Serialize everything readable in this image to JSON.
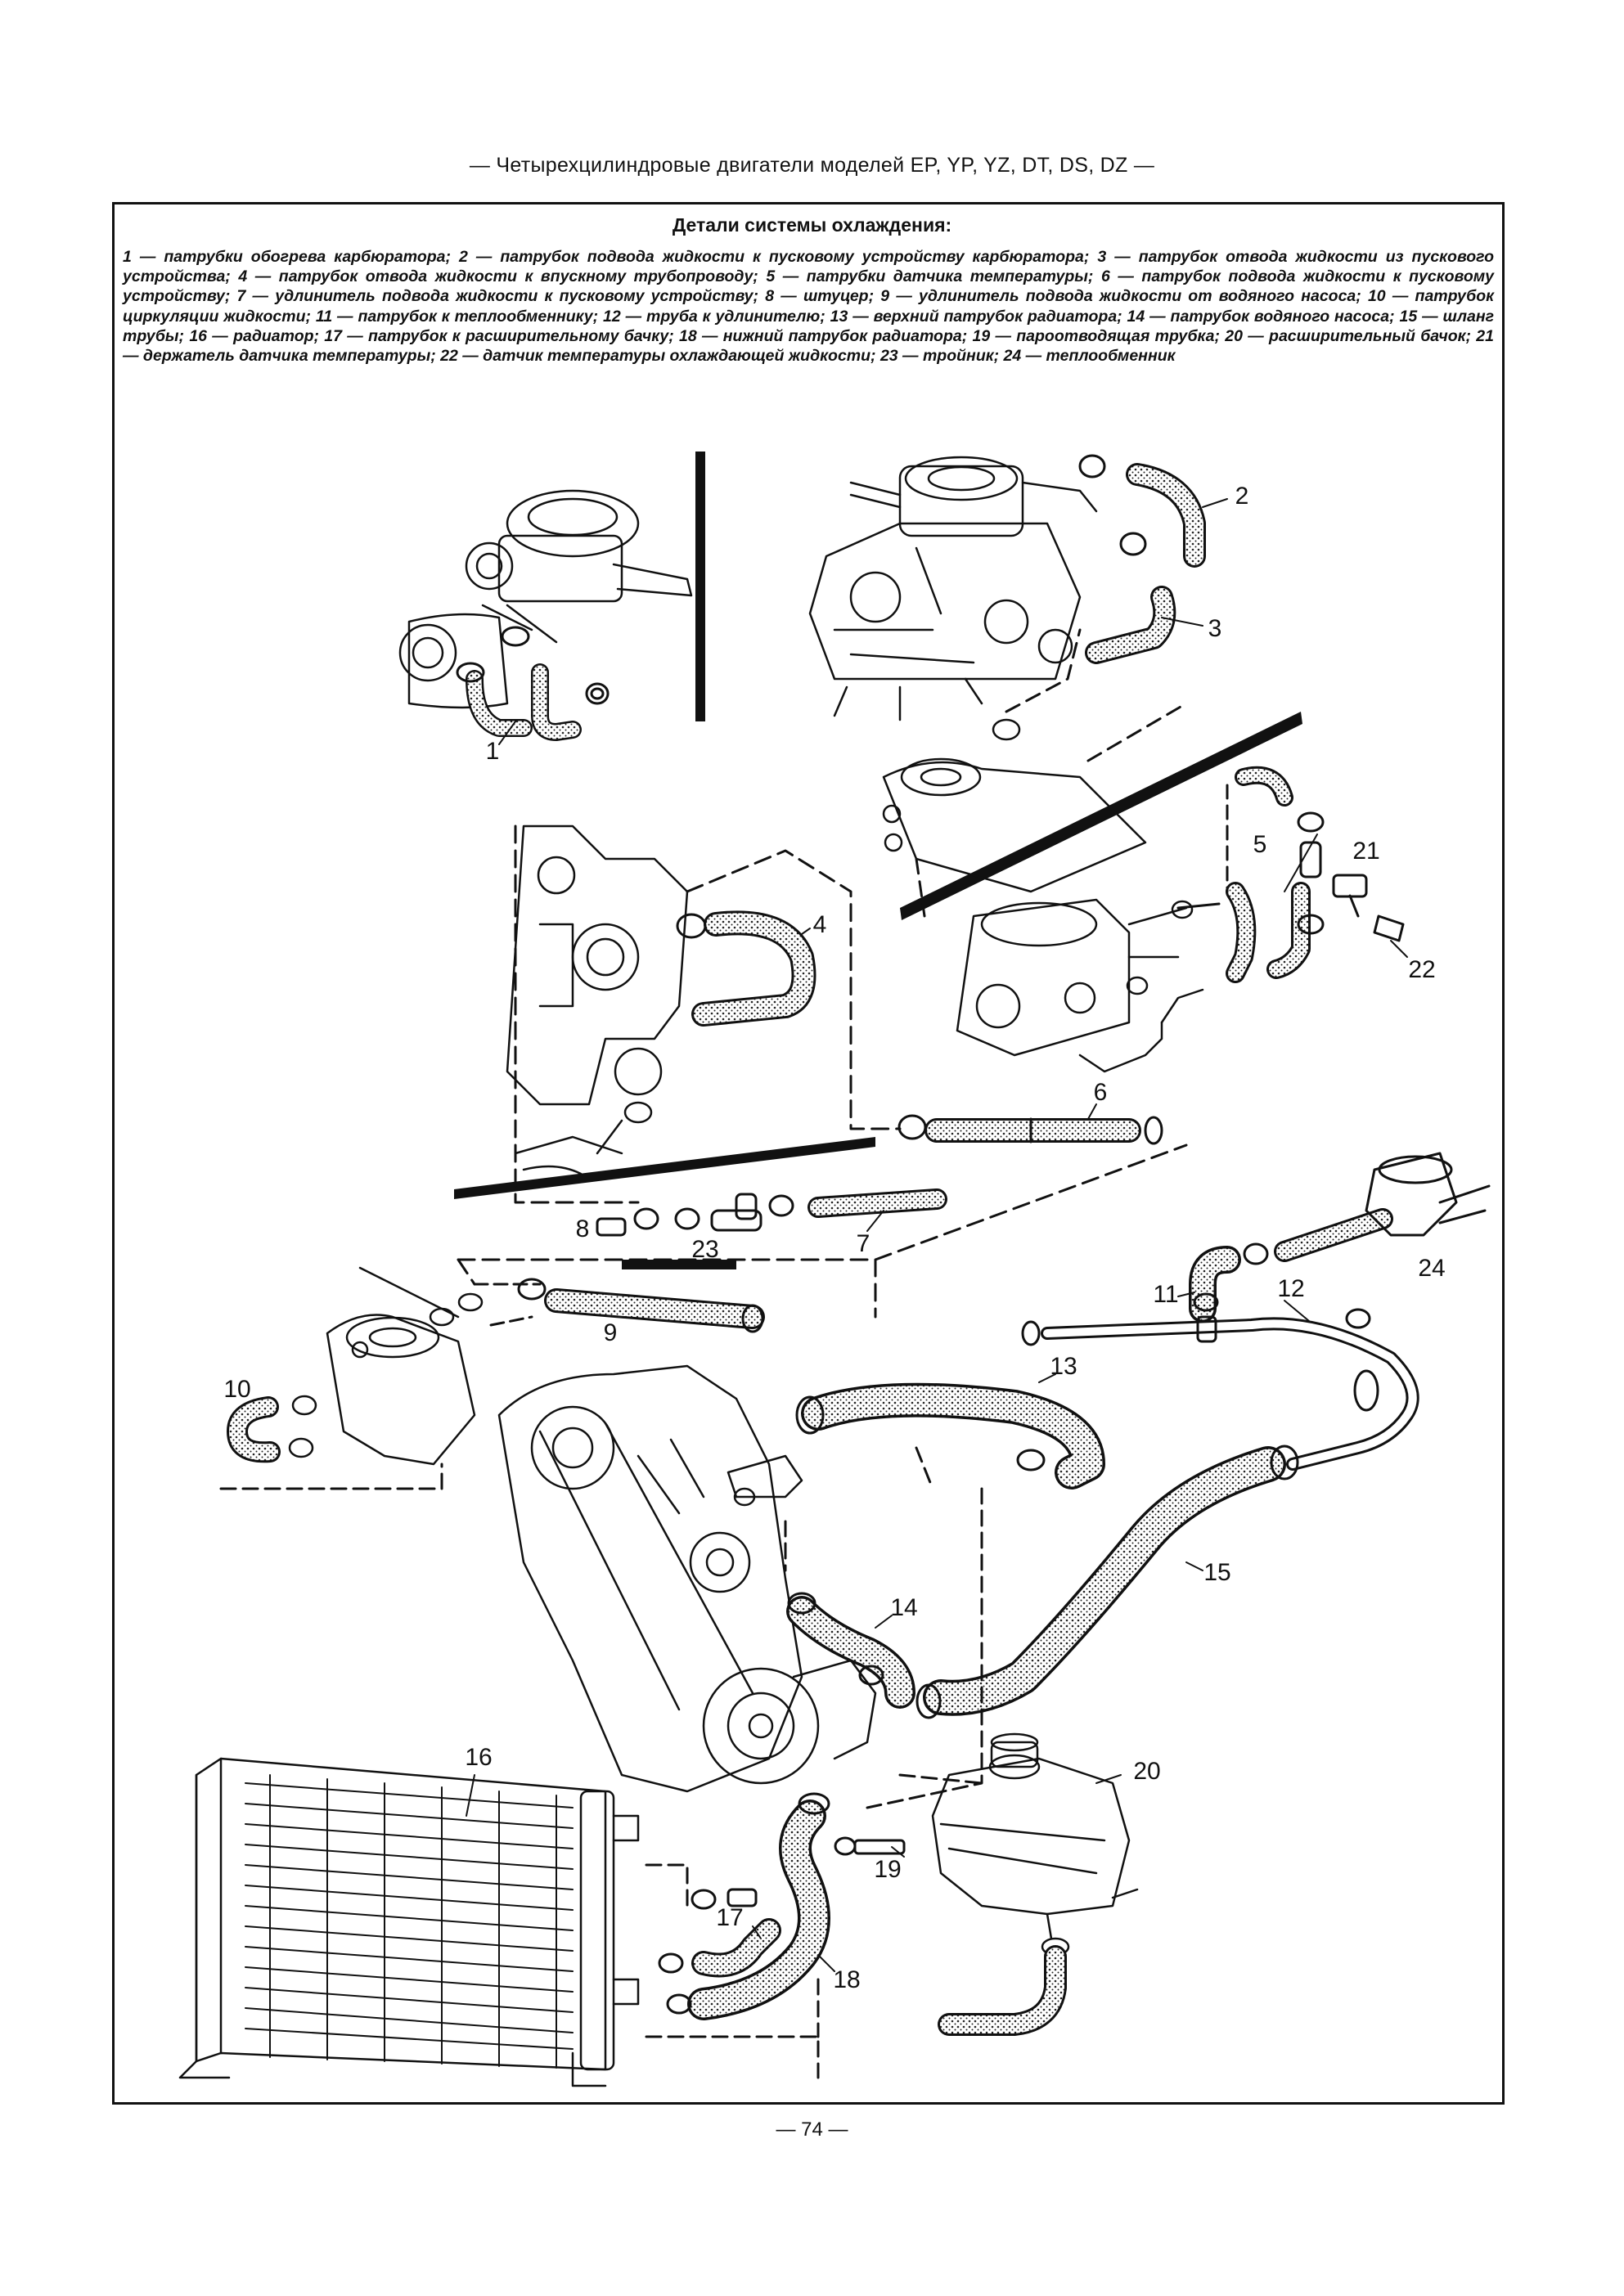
{
  "header": "— Четырехцилиндровые двигатели моделей EP, YP, YZ, DT, DS, DZ —",
  "figure": {
    "title": "Детали системы охлаждения:",
    "legend": "1 — патрубки обогрева карбюратора; 2 — патрубок подвода жидкости к пусковому устройству карбюратора; 3 — патрубок отвода жидкости из пускового устройства; 4 — патрубок отвода жидкости к впускному трубопроводу; 5 — патрубки датчика температуры; 6 — патрубок подвода жидкости к пусковому устройству; 7 — удлинитель подвода жидкости к пусковому устройству; 8 — штуцер; 9 — удлинитель подвода жидкости от водяного насоса; 10 — патрубок циркуляции жидкости; 11 — патрубок к теплообменнику; 12 — труба к удлинителю; 13 — верхний патрубок радиатора; 14 — патрубок водяного насоса; 15 — шланг трубы; 16 — радиатор; 17 — патрубок к расширительному бачку; 18 — нижний патрубок радиатора; 19 — пароотводящая трубка; 20 — расширительный бачок; 21 — держатель датчика температуры; 22 — датчик температуры охлаждающей жидкости; 23 — тройник; 24 — теплообменник",
    "callouts": {
      "n1": "1",
      "n2": "2",
      "n3": "3",
      "n4": "4",
      "n5": "5",
      "n6": "6",
      "n7": "7",
      "n8": "8",
      "n9": "9",
      "n10": "10",
      "n11": "11",
      "n12": "12",
      "n13": "13",
      "n14": "14",
      "n15": "15",
      "n16": "16",
      "n17": "17",
      "n18": "18",
      "n19": "19",
      "n20": "20",
      "n21": "21",
      "n22": "22",
      "n23": "23",
      "n24": "24"
    }
  },
  "page_number": "— 74 —"
}
